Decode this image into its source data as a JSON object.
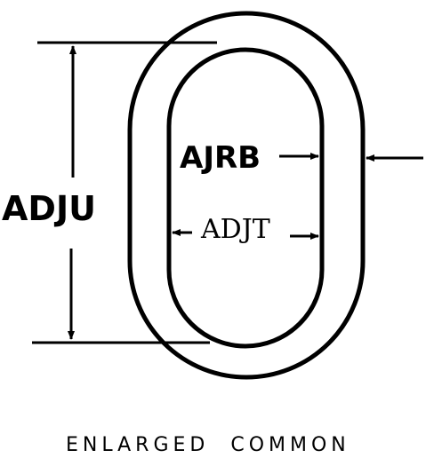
{
  "labels": {
    "outer_length": "ADJU",
    "rod_diameter": "AJRB",
    "inner_width": "ADJT",
    "caption": "ENLARGED  COMMON"
  },
  "colors": {
    "ink": "#000000",
    "paper": "#ffffff"
  }
}
